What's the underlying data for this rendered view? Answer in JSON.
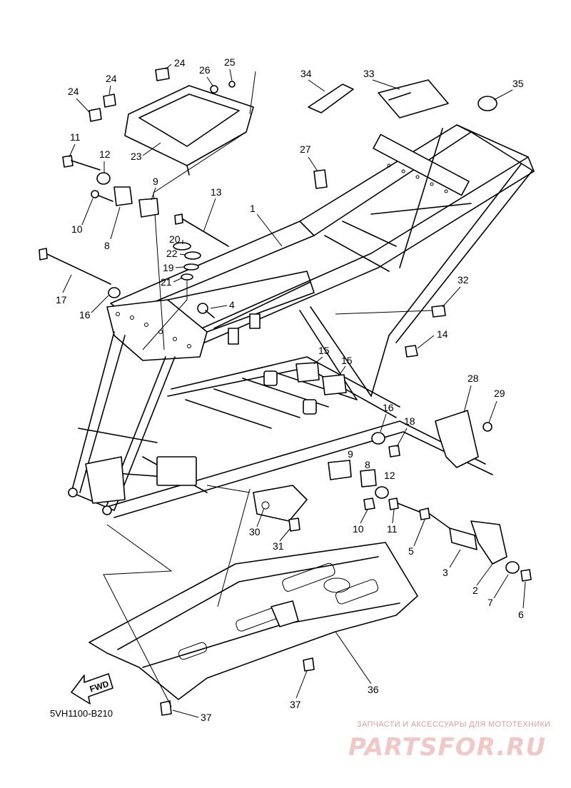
{
  "diagram_code": "5VH1100-B210",
  "watermark": {
    "tagline": "ЗАПЧАСТИ И АКСЕССУАРЫ ДЛЯ МОТОТЕХНИКИ",
    "brand": "PARTSFOR.RU"
  },
  "fwd_label": "FWD",
  "callouts": [
    {
      "id": "c1",
      "label": "1"
    },
    {
      "id": "c2",
      "label": "2"
    },
    {
      "id": "c3",
      "label": "3"
    },
    {
      "id": "c4",
      "label": "4"
    },
    {
      "id": "c5",
      "label": "5"
    },
    {
      "id": "c6",
      "label": "6"
    },
    {
      "id": "c7",
      "label": "7"
    },
    {
      "id": "c8a",
      "label": "8"
    },
    {
      "id": "c8b",
      "label": "8"
    },
    {
      "id": "c9a",
      "label": "9"
    },
    {
      "id": "c9b",
      "label": "9"
    },
    {
      "id": "c10a",
      "label": "10"
    },
    {
      "id": "c10b",
      "label": "10"
    },
    {
      "id": "c11a",
      "label": "11"
    },
    {
      "id": "c11b",
      "label": "11"
    },
    {
      "id": "c12a",
      "label": "12"
    },
    {
      "id": "c12b",
      "label": "12"
    },
    {
      "id": "c13",
      "label": "13"
    },
    {
      "id": "c14",
      "label": "14"
    },
    {
      "id": "c15a",
      "label": "15"
    },
    {
      "id": "c15b",
      "label": "15"
    },
    {
      "id": "c16a",
      "label": "16"
    },
    {
      "id": "c16b",
      "label": "16"
    },
    {
      "id": "c17",
      "label": "17"
    },
    {
      "id": "c18",
      "label": "18"
    },
    {
      "id": "c19",
      "label": "19"
    },
    {
      "id": "c20",
      "label": "20"
    },
    {
      "id": "c21",
      "label": "21"
    },
    {
      "id": "c22",
      "label": "22"
    },
    {
      "id": "c23",
      "label": "23"
    },
    {
      "id": "c24a",
      "label": "24"
    },
    {
      "id": "c24b",
      "label": "24"
    },
    {
      "id": "c24c",
      "label": "24"
    },
    {
      "id": "c25",
      "label": "25"
    },
    {
      "id": "c26",
      "label": "26"
    },
    {
      "id": "c27",
      "label": "27"
    },
    {
      "id": "c28",
      "label": "28"
    },
    {
      "id": "c29",
      "label": "29"
    },
    {
      "id": "c30",
      "label": "30"
    },
    {
      "id": "c31",
      "label": "31"
    },
    {
      "id": "c32",
      "label": "32"
    },
    {
      "id": "c33",
      "label": "33"
    },
    {
      "id": "c34",
      "label": "34"
    },
    {
      "id": "c35",
      "label": "35"
    },
    {
      "id": "c36",
      "label": "36"
    },
    {
      "id": "c37a",
      "label": "37"
    },
    {
      "id": "c37b",
      "label": "37"
    }
  ]
}
